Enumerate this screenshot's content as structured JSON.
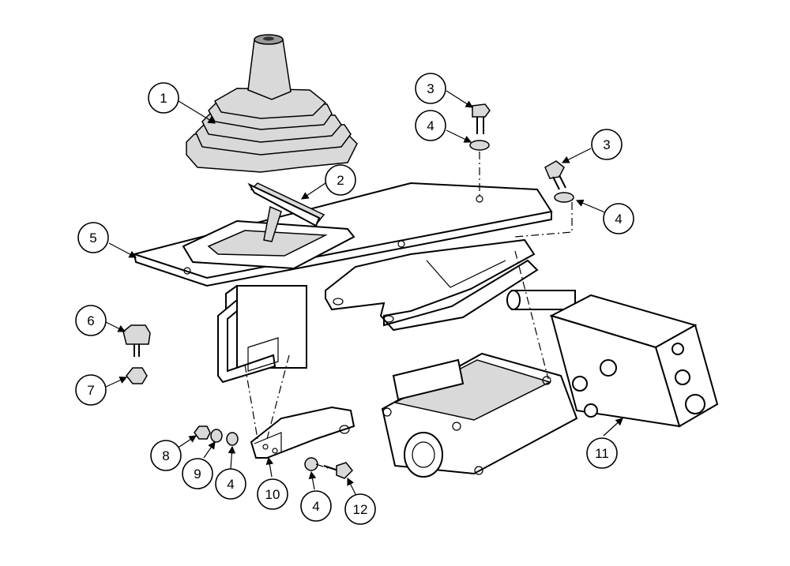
{
  "figure": {
    "callouts": [
      {
        "label": "1"
      },
      {
        "label": "2"
      },
      {
        "label": "3"
      },
      {
        "label": "4"
      },
      {
        "label": "3"
      },
      {
        "label": "4"
      },
      {
        "label": "5"
      },
      {
        "label": "6"
      },
      {
        "label": "7"
      },
      {
        "label": "8"
      },
      {
        "label": "9"
      },
      {
        "label": "4"
      },
      {
        "label": "10"
      },
      {
        "label": "4"
      },
      {
        "label": "12"
      },
      {
        "label": "11"
      }
    ]
  }
}
